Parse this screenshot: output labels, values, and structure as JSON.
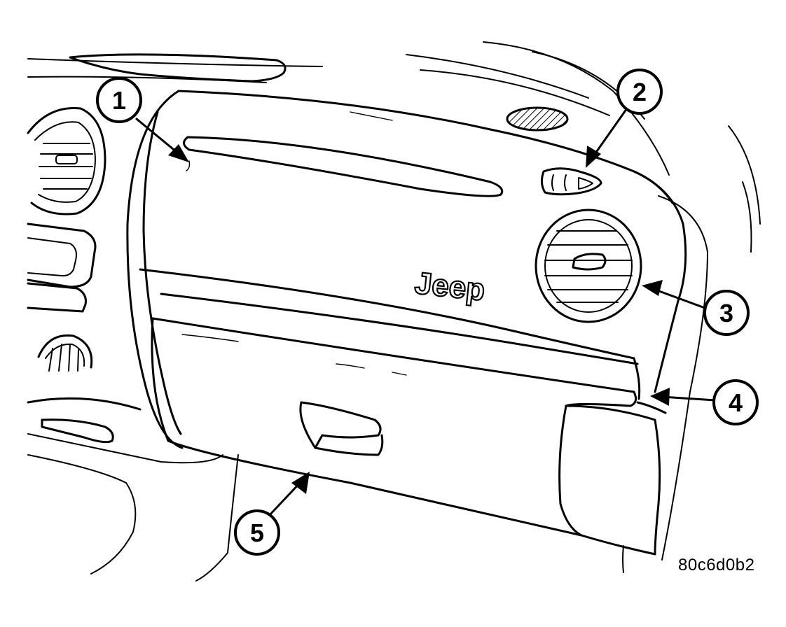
{
  "figure": {
    "code": "80c6d0b2",
    "brand_text": "Jeep"
  },
  "callouts": [
    {
      "number": "1",
      "target": "airbag-door-seam"
    },
    {
      "number": "2",
      "target": "passenger-airbag-indicator"
    },
    {
      "number": "3",
      "target": "right-air-vent"
    },
    {
      "number": "4",
      "target": "instrument-panel-edge"
    },
    {
      "number": "5",
      "target": "glove-box"
    }
  ],
  "colors": {
    "line": "#000000",
    "background": "#ffffff"
  }
}
